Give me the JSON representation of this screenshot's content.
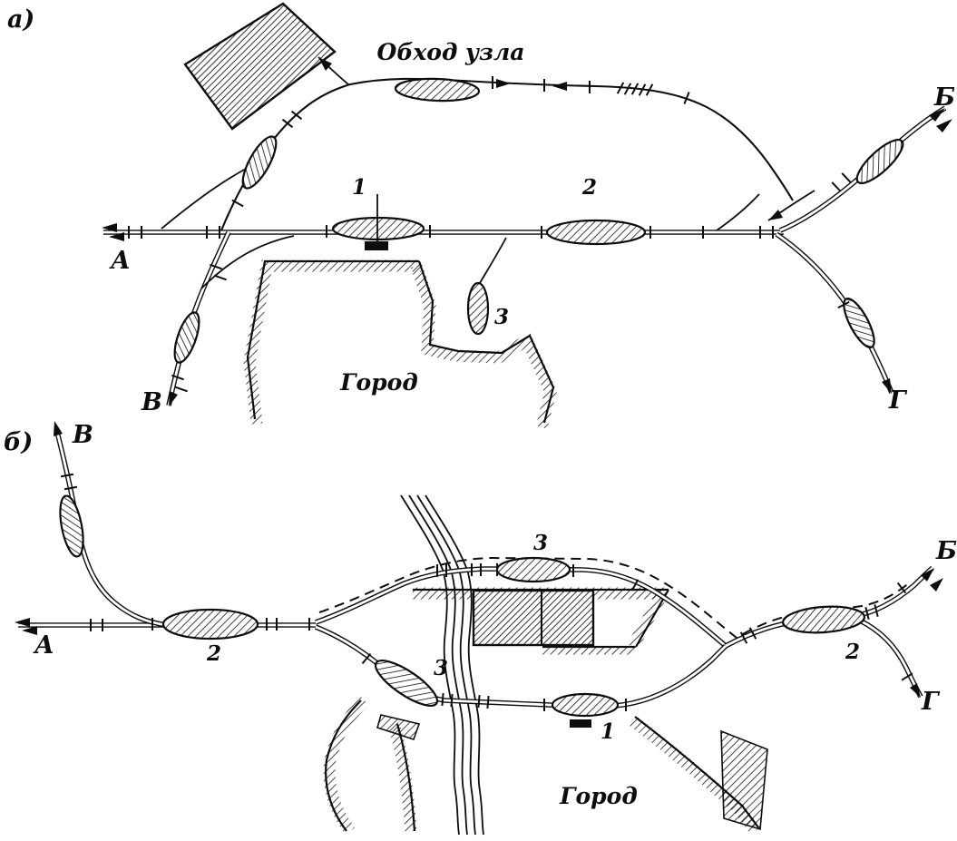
{
  "figure": {
    "colors": {
      "ink": "#0d0d0d",
      "paper": "#ffffff"
    },
    "part_a": {
      "panel_label": "а)",
      "bypass_label": "Обход узла",
      "city_label": "Город",
      "approach_a": "А",
      "approach_b": "Б",
      "approach_v": "В",
      "approach_g": "Г",
      "station_1": "1",
      "station_2": "2",
      "station_3": "3"
    },
    "part_b": {
      "panel_label": "б)",
      "city_label": "Город",
      "approach_a": "А",
      "approach_b": "Б",
      "approach_v": "В",
      "approach_g": "Г",
      "station_1": "1",
      "station_2_left": "2",
      "station_2_right": "2",
      "station_3_upper": "3",
      "station_3_lower": "3"
    }
  }
}
